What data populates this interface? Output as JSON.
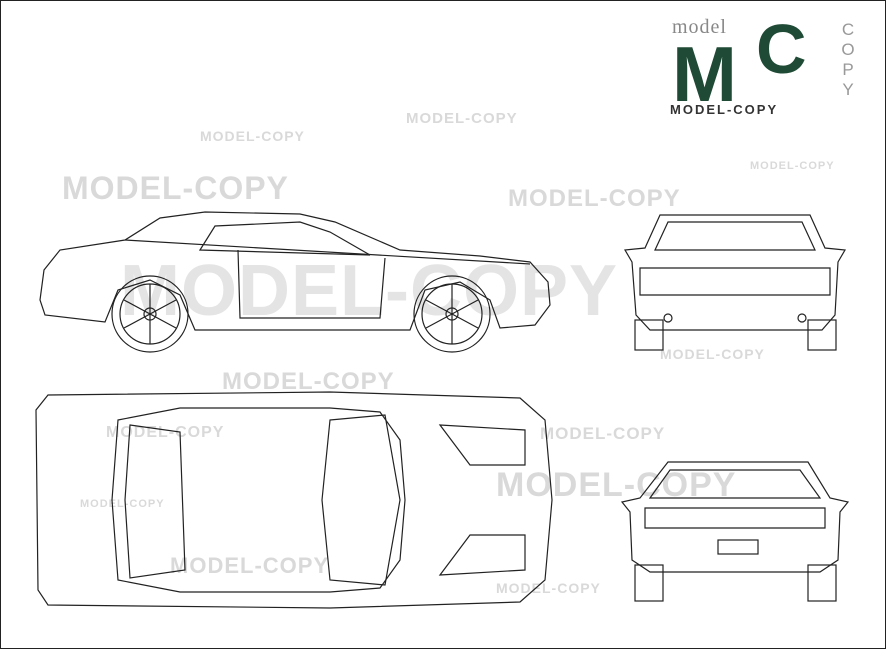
{
  "logo": {
    "top_text": "model",
    "letters": "MC",
    "side_text": "COPY",
    "bottom_text": "MODEL-COPY",
    "brand_color": "#1f4a35"
  },
  "watermarks": [
    "MODEL-COPY",
    "MODEL-COPY",
    "MODEL-COPY",
    "MODEL-COPY",
    "MODEL-COPY",
    "MODEL-COPY",
    "MODEL-COPY",
    "MODEL-COPY",
    "MODEL-COPY",
    "MODEL-COPY",
    "MODEL-COPY",
    "MODEL-COPY",
    "MODEL-COPY",
    "MODEL-COPY"
  ],
  "views": [
    "side-view",
    "front-view",
    "top-view",
    "rear-view"
  ]
}
